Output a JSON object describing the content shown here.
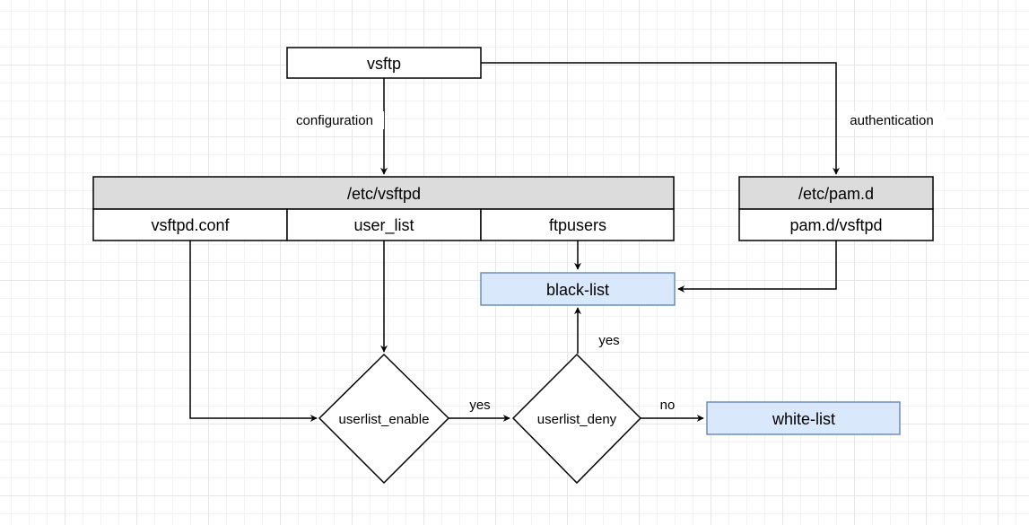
{
  "colors": {
    "header_fill": "#dcdcdc",
    "list_fill": "#dae8fc",
    "list_stroke": "#6c8ebf",
    "stroke": "#000000"
  },
  "nodes": {
    "vsftp": "vsftp",
    "etc_vsftpd": "/etc/vsftpd",
    "vsftpd_conf": "vsftpd.conf",
    "user_list": "user_list",
    "ftpusers": "ftpusers",
    "etc_pam": "/etc/pam.d",
    "pam_vsftpd": "pam.d/vsftpd",
    "black_list": "black-list",
    "white_list": "white-list",
    "userlist_enable": "userlist_enable",
    "userlist_deny": "userlist_deny"
  },
  "edges": {
    "configuration": "configuration",
    "authentication": "authentication",
    "enable_yes": "yes",
    "deny_yes": "yes",
    "deny_no": "no"
  }
}
